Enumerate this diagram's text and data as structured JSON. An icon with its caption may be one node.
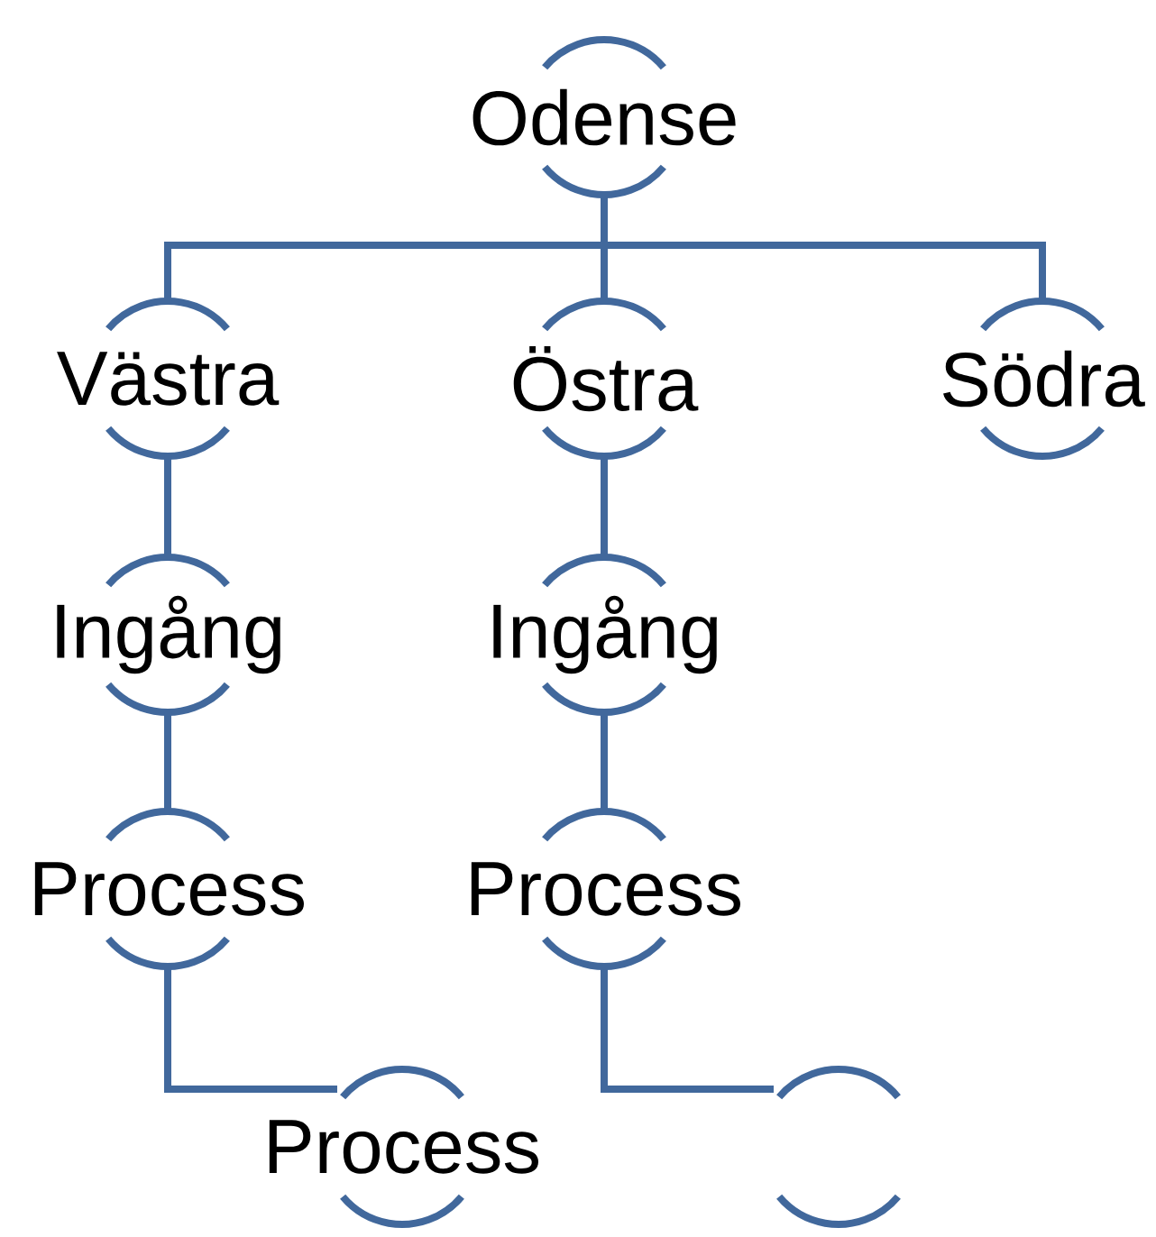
{
  "diagram": {
    "nodes": [
      {
        "text": [
          "Odense"
        ]
      },
      {
        "text": [
          "Västra"
        ]
      },
      {
        "text": [
          "Östra"
        ]
      },
      {
        "text": [
          "Södra"
        ]
      },
      {
        "text": [
          "Ingång"
        ]
      },
      {
        "text": [
          "Ingång"
        ]
      },
      {
        "text": [
          "Process"
        ]
      },
      {
        "text": [
          "Process"
        ]
      },
      {
        "text": [
          "Process"
        ]
      },
      {
        "text": [],
        "shape": "circle"
      }
    ],
    "edges": [
      {
        "from": 0,
        "to": 1,
        "arrow": "none"
      },
      {
        "from": 0,
        "to": 2,
        "arrow": "none"
      },
      {
        "from": 0,
        "to": 3,
        "arrow": "none"
      },
      {
        "from": 1,
        "to": 4,
        "arrow": "none"
      },
      {
        "from": 4,
        "to": 6,
        "arrow": "none"
      },
      {
        "from": 6,
        "to": 8,
        "arrow": "none"
      },
      {
        "from": 2,
        "to": 5,
        "arrow": "none"
      },
      {
        "from": 5,
        "to": 7,
        "arrow": "none"
      },
      {
        "from": 7,
        "to": 9,
        "arrow": "none"
      }
    ]
  }
}
